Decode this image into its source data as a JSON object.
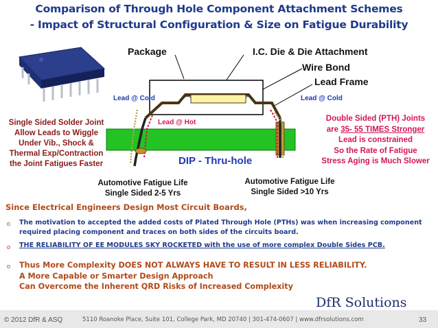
{
  "title": {
    "line1": "Comparison of Through Hole Component Attachment Schemes",
    "line2": "- Impact of Structural Configuration & Size on Fatigue Durability"
  },
  "diagram": {
    "package": "Package",
    "ic_die": "I.C. Die & Die Attachment",
    "wire_bond": "Wire Bond",
    "lead_frame": "Lead Frame",
    "lead_cold_left": "Lead @ Cold",
    "lead_cold_right": "Lead @ Cold",
    "lead_hot": "Lead @ Hot",
    "dip_label": "DIP -  Thru-hole",
    "left_note": [
      "Single Sided Solder Joint",
      "Allow Leads to Wiggle",
      "Under Vib., Shock &",
      "Thermal Exp/Contraction",
      "the Joint Fatigues Faster"
    ],
    "right_note": {
      "line1": "Double Sided (PTH) Joints",
      "line2_prefix": "are ",
      "line2_emph": "35- 55 TIMES Stronger",
      "line3": "Lead is constrained",
      "line4": "So the Rate of Fatigue",
      "line5": "Stress Aging is Much Slower"
    },
    "fatigue_left": [
      "Automotive Fatigue Life",
      "Single Sided 2-5 Yrs"
    ],
    "fatigue_right": [
      "Automotive Fatigue Life",
      "Single Sided >10 Yrs"
    ]
  },
  "body": {
    "intro": "Since Electrical Engineers Design Most Circuit Boards,",
    "bullet1": [
      "The motivation to accepted the added costs of Plated Through Hole (PTHs) was when increasing component",
      "required placing component and traces on both sides of the circuits board."
    ],
    "bullet2": "THE RELIABILITY OF EE MODULES SKY ROCKETED with the use of more complex Double Sides PCB.",
    "bullet3": [
      "Thus More Complexity DOES NOT ALWAYS HAVE TO RESULT IN LESS RELIABILITY.",
      "A More Capable or Smarter Design Approach",
      "Can Overcome the Inherent QRD Risks of Increased Complexity"
    ]
  },
  "logo": "DfR Solutions",
  "footer": {
    "copyright": "© 2012 DfR & ASQ",
    "address": "5110 Roanoke Place, Suite 101, College Park, MD 20740  |  301-474-0607  |  www.dfrsolutions.com",
    "page": "33"
  },
  "colors": {
    "title": "#1f3a8a",
    "board": "#22c322",
    "accent_red": "#d4145a",
    "dip_blue": "#1f3ab0"
  }
}
